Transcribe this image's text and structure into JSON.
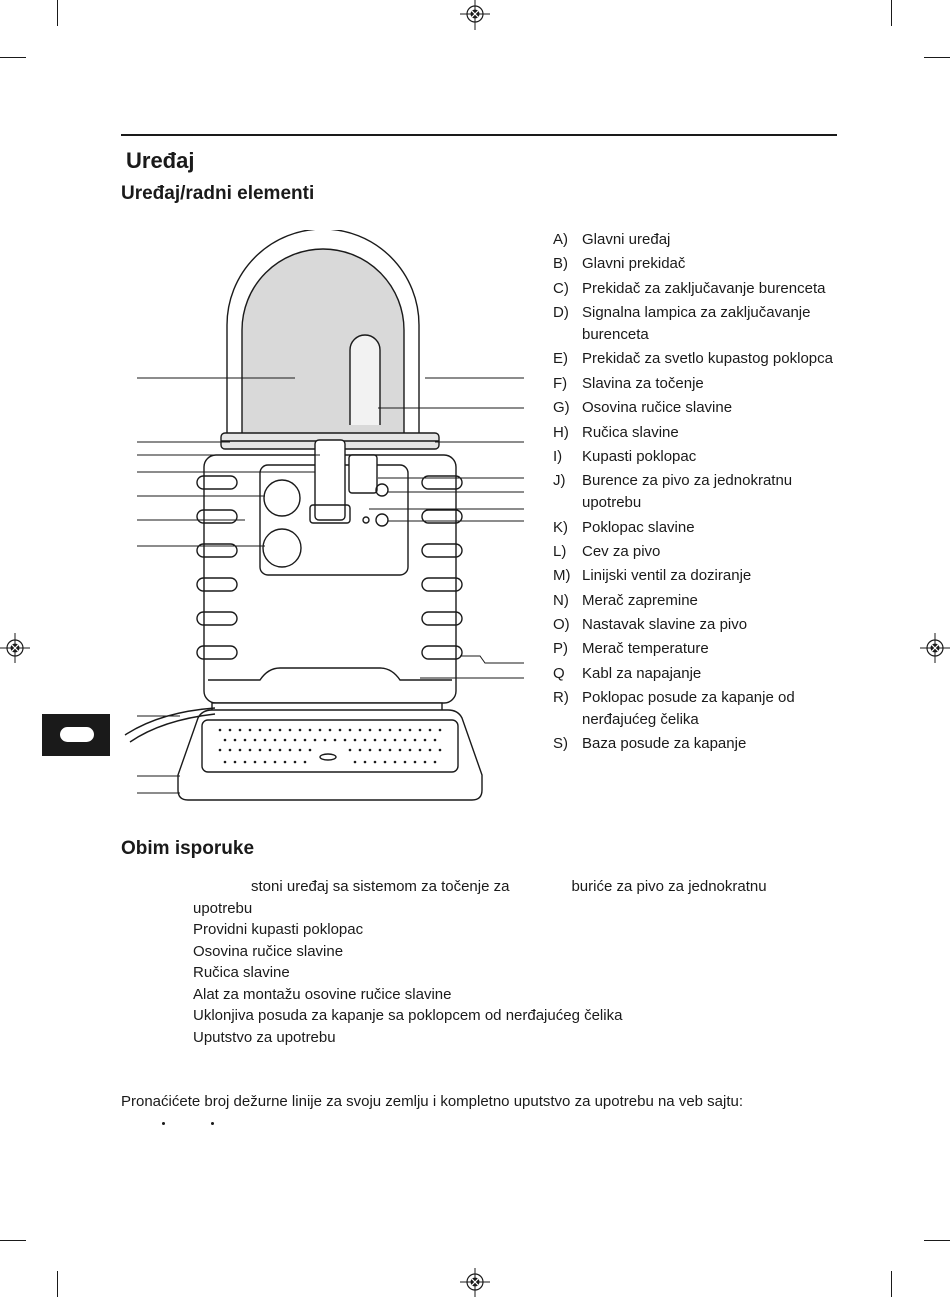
{
  "page": {
    "section_title": "Uređaj",
    "subsection_title": "Uređaj/radni elementi",
    "parts": [
      {
        "key": "A)",
        "label": "Glavni uređaj"
      },
      {
        "key": "B)",
        "label": "Glavni prekidač"
      },
      {
        "key": "C)",
        "label": "Prekidač za zaključavanje burenceta"
      },
      {
        "key": "D)",
        "label": "Signalna lampica za zaključavanje burenceta"
      },
      {
        "key": "E)",
        "label": "Prekidač za svetlo kupastog poklopca"
      },
      {
        "key": "F)",
        "label": "Slavina za točenje"
      },
      {
        "key": "G)",
        "label": "Osovina ručice slavine"
      },
      {
        "key": "H)",
        "label": "Ručica slavine"
      },
      {
        "key": "I)",
        "label": "Kupasti poklopac"
      },
      {
        "key": "J)",
        "label": "Burence za pivo za jednokratnu upotrebu"
      },
      {
        "key": "K)",
        "label": "Poklopac slavine"
      },
      {
        "key": "L)",
        "label": "Cev za pivo"
      },
      {
        "key": "M)",
        "label": "Linijski ventil za doziranje"
      },
      {
        "key": "N)",
        "label": "Merač zapremine"
      },
      {
        "key": "O)",
        "label": "Nastavak slavine za pivo"
      },
      {
        "key": "P)",
        "label": "Merač temperature"
      },
      {
        "key": "Q",
        "label": "Kabl za napajanje"
      },
      {
        "key": "R)",
        "label": "Poklopac posude za kapanje od nerđajućeg čelika"
      },
      {
        "key": "S)",
        "label": "Baza posude za kapanje"
      }
    ],
    "delivery_title": "Obim isporuke",
    "delivery": {
      "first_a": "stoni uređaj sa sistemom za točenje za",
      "first_b": "buriće za pivo za jednokratnu",
      "first_c": "upotrebu",
      "items": [
        "Providni kupasti poklopac",
        "Osovina ručice slavine",
        "Ručica slavine",
        "Alat za montažu osovine ručice slavine",
        "Uklonjiva posuda za kapanje sa poklopcem od nerđajućeg čelika",
        "Uputstvo za upotrebu"
      ]
    },
    "hotline_text": "Pronaćićete broj dežurne linije za svoju zemlju i kompletno uputstvo za upotrebu na veb sajtu:"
  }
}
